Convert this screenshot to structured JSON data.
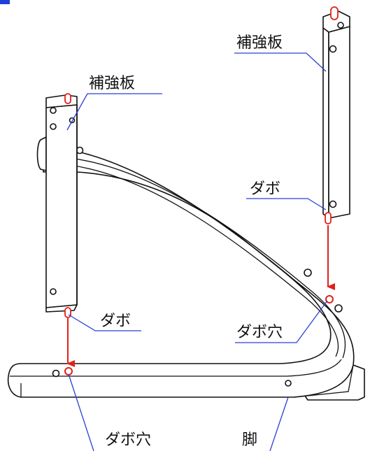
{
  "labels": {
    "reinforcement_plate_right": "補強板",
    "reinforcement_plate_left": "補強板",
    "dowel_right": "ダボ",
    "dowel_left": "ダボ",
    "dowel_hole_right": "ダボ穴",
    "dowel_hole_bottom": "ダボ穴",
    "leg": "脚"
  },
  "colors": {
    "outline": "#111111",
    "leader_line": "#2a3fd6",
    "dowel_red": "#e0201a",
    "corner_marker": "#1f3fd8"
  }
}
